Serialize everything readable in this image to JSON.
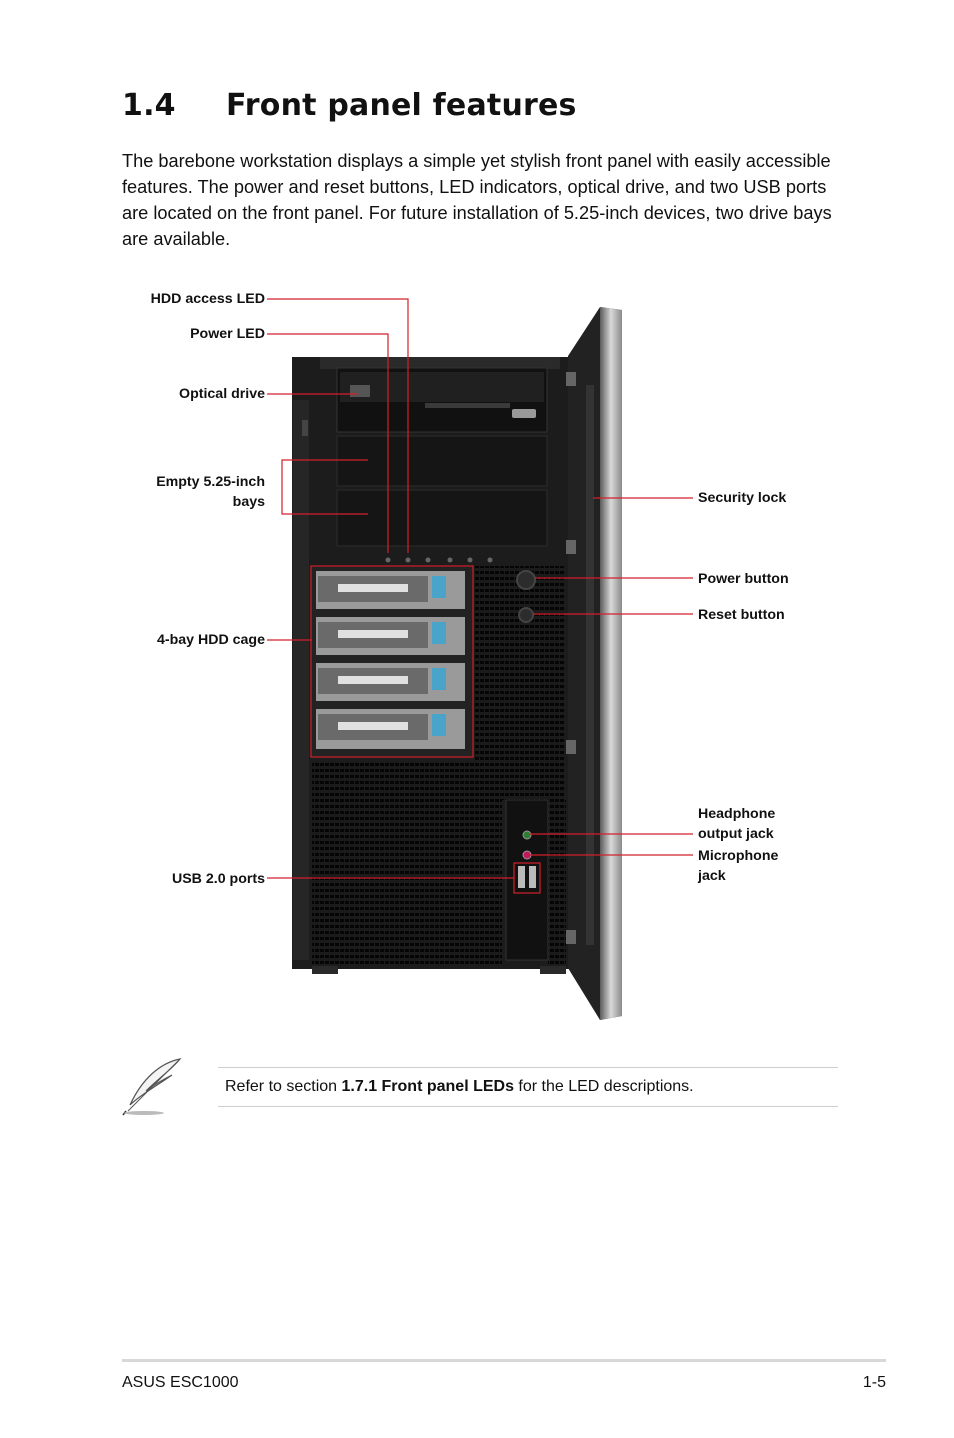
{
  "section": {
    "number": "1.4",
    "title": "Front panel features"
  },
  "intro": "The barebone workstation displays a simple yet stylish front panel with easily accessible features. The power and reset buttons, LED indicators, optical drive, and two USB ports are located on the front panel. For future installation of 5.25-inch devices, two drive bays are available.",
  "callouts": {
    "hdd_access_led": "HDD access LED",
    "power_led": "Power LED",
    "optical_drive": "Optical drive",
    "empty_bays_line1": "Empty 5.25-inch",
    "empty_bays_line2": "bays",
    "hdd_cage": "4-bay HDD cage",
    "usb_ports": "USB 2.0 ports",
    "security_lock": "Security lock",
    "power_button": "Power button",
    "reset_button": "Reset button",
    "headphone_line1": "Headphone",
    "headphone_line2": "output jack",
    "microphone_line1": "Microphone",
    "microphone_line2": "jack"
  },
  "note": {
    "prefix": "Refer to section ",
    "ref": "1.7.1 Front panel LEDs",
    "suffix": " for the LED descriptions."
  },
  "footer": {
    "product": "ASUS ESC1000",
    "page": "1-5"
  },
  "colors": {
    "callout_line": "#d2202a",
    "chassis": "#1c1c1c"
  }
}
